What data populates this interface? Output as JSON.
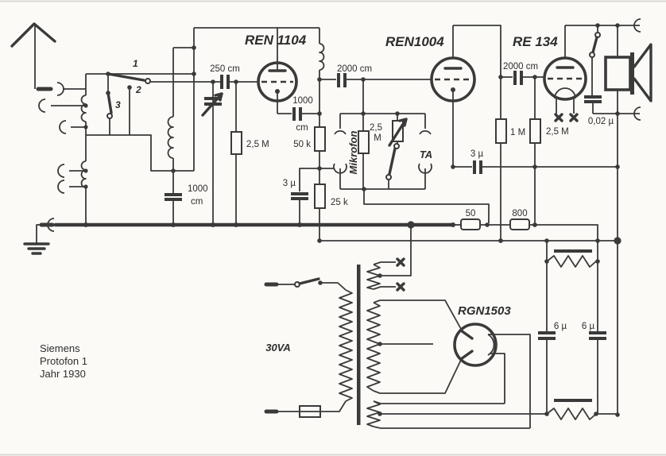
{
  "annotation": {
    "brand": "Siemens",
    "model": "Protofon 1",
    "year": "Jahr 1930"
  },
  "tubes": {
    "rf": "REN 1104",
    "af": "REN1004",
    "output": "RE 134",
    "rectifier": "RGN1503"
  },
  "capacitors": {
    "antenna_series": "250 cm",
    "rf_coupling": "2000 cm",
    "af_coupling": "2000 cm",
    "tank_value": "1000",
    "tank_unit": "cm",
    "cathode_value": "1000",
    "cathode_unit": "cm",
    "bypass_1": "3 µ",
    "bypass_2": "3 µ",
    "tone": "0,02 µ",
    "filter_left": "6 µ",
    "filter_right": "6 µ"
  },
  "resistors": {
    "grid_leak": "2,5 M",
    "anode_50k": "50 k",
    "anode_25k": "25 k",
    "grid_1m": "1 M",
    "grid_25m": "2,5 M",
    "bias_50": "50",
    "bias_800": "800",
    "volume_value": "2,5",
    "volume_unit": "M"
  },
  "inputs": {
    "microphone": "Mikrofon",
    "pickup": "TA"
  },
  "switch": {
    "pos1": "1",
    "pos2": "2",
    "pos3": "3"
  },
  "power": {
    "transformer": "30VA"
  }
}
